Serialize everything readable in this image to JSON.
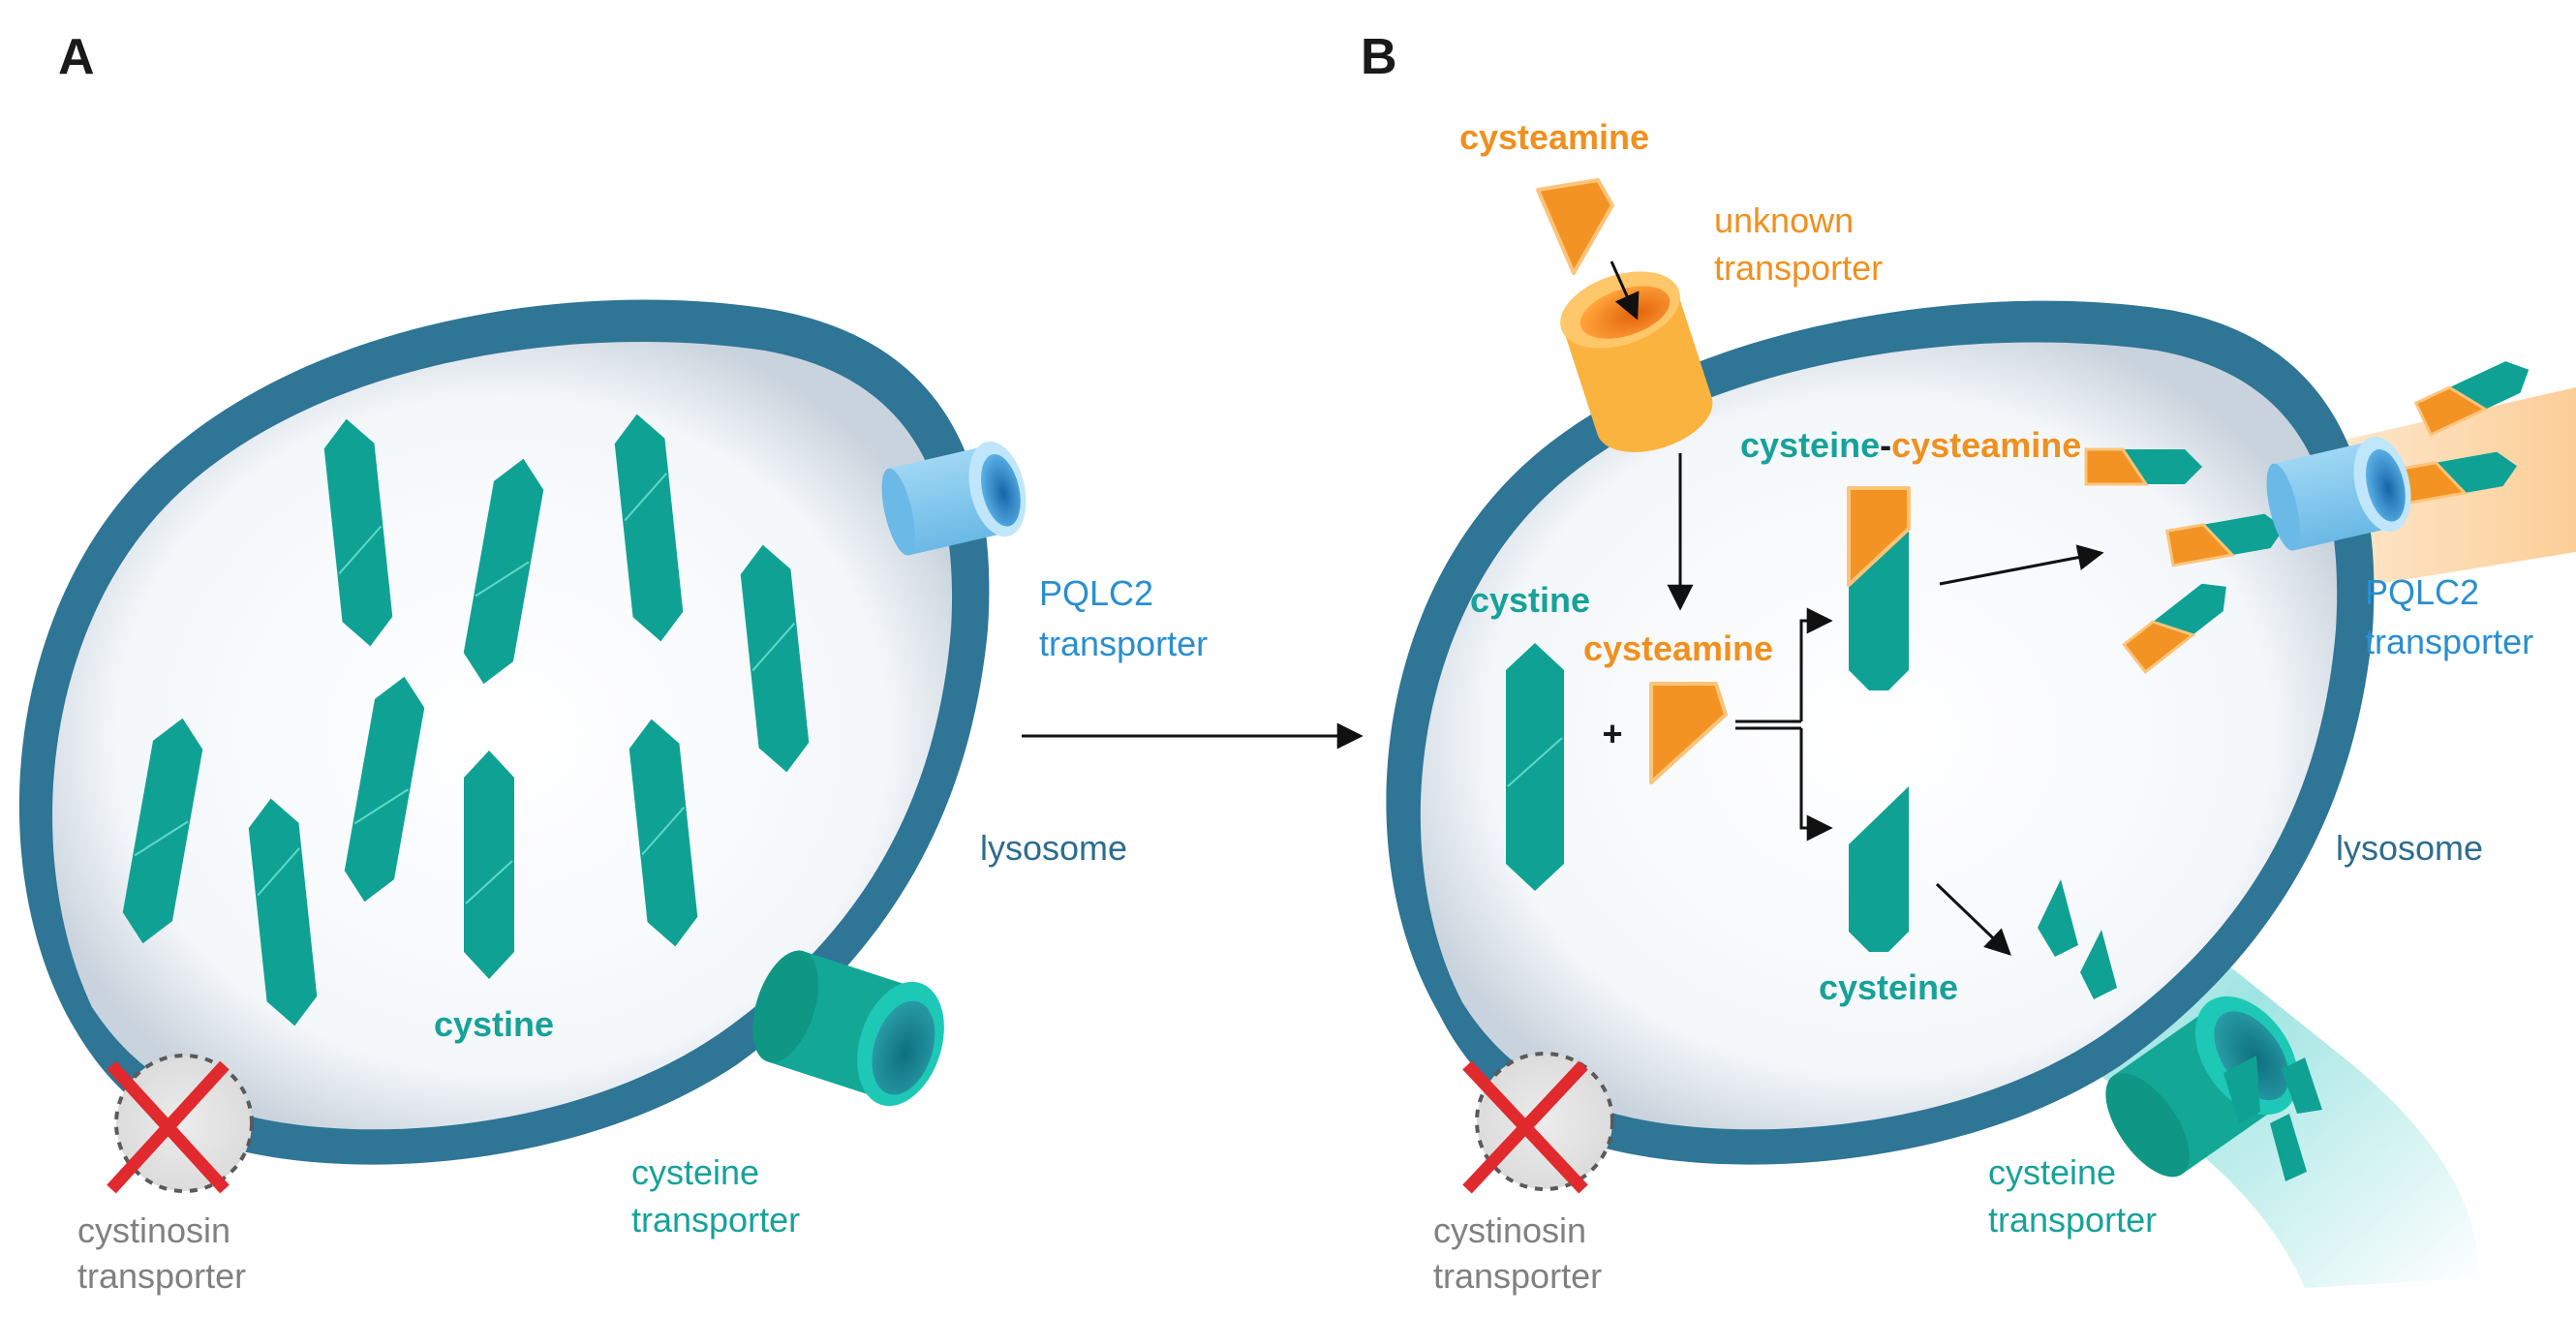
{
  "colors": {
    "membrane": "#2e7596",
    "lumen": "#f3f6fa",
    "cystine": "#0fa294",
    "cysteamine": "#f39323",
    "pqlc2": "#7fcaf0",
    "cysteine_transporter": "#12a895",
    "unknown_transporter": "#fbb33f",
    "blocked_cross": "#e02a2e"
  },
  "icons": [
    "cystine-crystal-icon",
    "cysteamine-icon",
    "transporter-cylinder-icon",
    "red-x-icon",
    "arrow-icon"
  ],
  "panel_a": {
    "letter": "A",
    "labels": {
      "cystine": "cystine",
      "pqlc2_line1": "PQLC2",
      "pqlc2_line2": "transporter",
      "lysosome": "lysosome",
      "cysteine_tr_line1": "cysteine",
      "cysteine_tr_line2": "transporter",
      "cystinosin_line1": "cystinosin",
      "cystinosin_line2": "transporter"
    }
  },
  "panel_b": {
    "letter": "B",
    "labels": {
      "cysteamine_top": "cysteamine",
      "unknown_line1": "unknown",
      "unknown_line2": "transporter",
      "conjugate_part1": "cysteine",
      "conjugate_dash": "-",
      "conjugate_part2": "cysteamine",
      "cystine": "cystine",
      "cysteamine_mid": "cysteamine",
      "plus": "+",
      "cysteine": "cysteine",
      "pqlc2_line1": "PQLC2",
      "pqlc2_line2": "transporter",
      "lysosome": "lysosome",
      "cysteine_tr_line1": "cysteine",
      "cysteine_tr_line2": "transporter",
      "cystinosin_line1": "cystinosin",
      "cystinosin_line2": "transporter"
    }
  }
}
